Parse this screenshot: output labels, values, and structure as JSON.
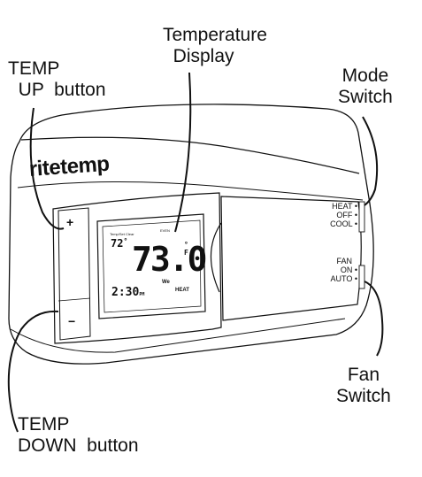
{
  "callouts": {
    "temp_up": "TEMP\n  UP  button",
    "temperature_display": "Temperature\n  Display",
    "mode_switch": "Mode\nSwitch",
    "fan_switch": "Fan\nSwitch",
    "temp_down": "TEMP\nDOWN  button"
  },
  "device": {
    "brand": "ritetemp",
    "plus_symbol": "+",
    "minus_symbol": "−"
  },
  "lcd": {
    "small_label_left": "Temp/Set  Clear",
    "small_label_right": "EVEN",
    "set_temp": "72",
    "set_temp_unit": "°",
    "current_temp": "73.0",
    "current_unit": "°F",
    "time": "2:30",
    "time_suffix": "PM",
    "day": "We",
    "mode": "HEAT"
  },
  "mode_switch": {
    "options": [
      "HEAT",
      "OFF",
      "COOL"
    ]
  },
  "fan_switch": {
    "title": "FAN",
    "options": [
      "ON",
      "AUTO"
    ]
  }
}
